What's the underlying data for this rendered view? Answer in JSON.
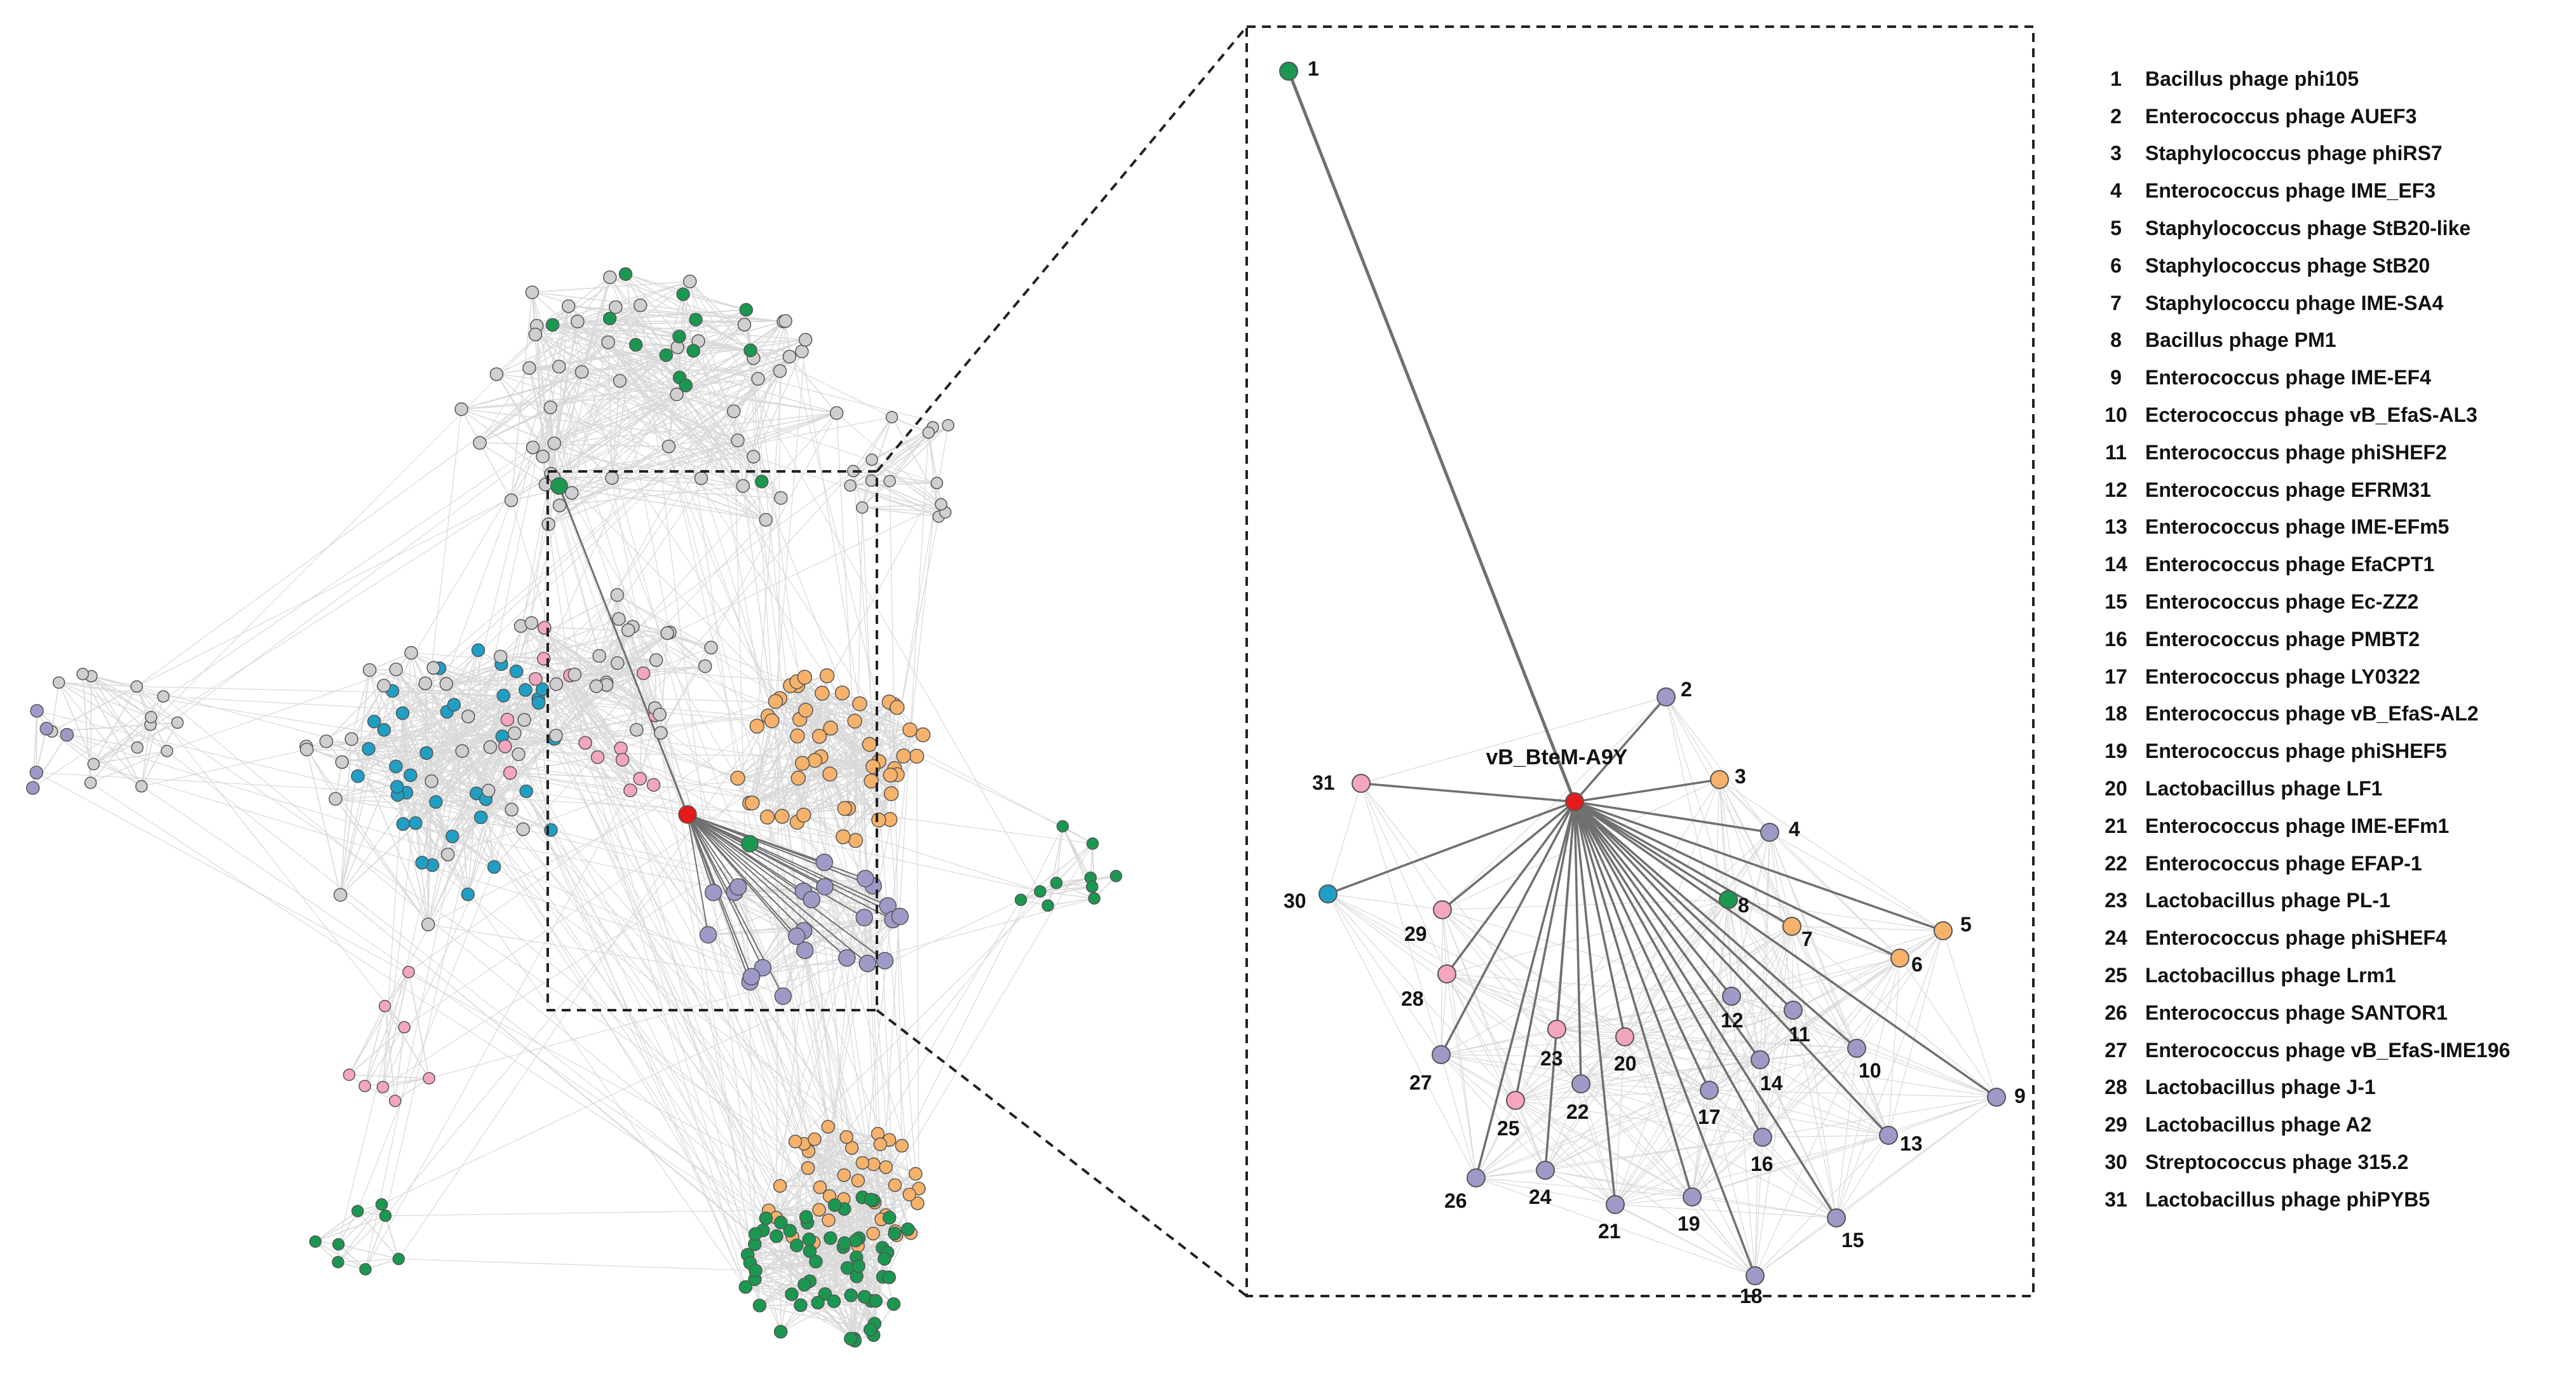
{
  "colors": {
    "grey": "#cfcfcf",
    "green": "#1a9850",
    "cyan": "#1f9fc4",
    "purple": "#9e9ac8",
    "pink": "#f4a6bd",
    "orange": "#f6b26b",
    "red": "#e41a1c",
    "edge_light": "#d9d9d9",
    "edge_dark": "#707070"
  },
  "zoom_view": {
    "center_label": "vB_BteM-A9Y",
    "nodes": [
      {
        "id": "1",
        "color": "green"
      },
      {
        "id": "2",
        "color": "purple"
      },
      {
        "id": "3",
        "color": "orange"
      },
      {
        "id": "4",
        "color": "purple"
      },
      {
        "id": "5",
        "color": "orange"
      },
      {
        "id": "6",
        "color": "orange"
      },
      {
        "id": "7",
        "color": "orange"
      },
      {
        "id": "8",
        "color": "green"
      },
      {
        "id": "9",
        "color": "purple"
      },
      {
        "id": "10",
        "color": "purple"
      },
      {
        "id": "11",
        "color": "purple"
      },
      {
        "id": "12",
        "color": "purple"
      },
      {
        "id": "13",
        "color": "purple"
      },
      {
        "id": "14",
        "color": "purple"
      },
      {
        "id": "15",
        "color": "purple"
      },
      {
        "id": "16",
        "color": "purple"
      },
      {
        "id": "17",
        "color": "purple"
      },
      {
        "id": "18",
        "color": "purple"
      },
      {
        "id": "19",
        "color": "purple"
      },
      {
        "id": "20",
        "color": "pink"
      },
      {
        "id": "21",
        "color": "purple"
      },
      {
        "id": "22",
        "color": "purple"
      },
      {
        "id": "23",
        "color": "pink"
      },
      {
        "id": "24",
        "color": "purple"
      },
      {
        "id": "25",
        "color": "pink"
      },
      {
        "id": "26",
        "color": "purple"
      },
      {
        "id": "27",
        "color": "purple"
      },
      {
        "id": "28",
        "color": "pink"
      },
      {
        "id": "29",
        "color": "pink"
      },
      {
        "id": "30",
        "color": "cyan"
      },
      {
        "id": "31",
        "color": "pink"
      }
    ]
  },
  "legend": [
    {
      "num": "1",
      "name": "Bacillus phage phi105"
    },
    {
      "num": "2",
      "name": "Enterococcus phage AUEF3"
    },
    {
      "num": "3",
      "name": "Staphylococcus phage phiRS7"
    },
    {
      "num": "4",
      "name": "Enterococcus phage IME_EF3"
    },
    {
      "num": "5",
      "name": "Staphylococcus phage StB20-like"
    },
    {
      "num": "6",
      "name": "Staphylococcus phage StB20"
    },
    {
      "num": "7",
      "name": "Staphylococcu phage IME-SA4"
    },
    {
      "num": "8",
      "name": "Bacillus phage PM1"
    },
    {
      "num": "9",
      "name": "Enterococcus phage IME-EF4"
    },
    {
      "num": "10",
      "name": "Ecterococcus phage vB_EfaS-AL3"
    },
    {
      "num": "11",
      "name": "Enterococcus phage phiSHEF2"
    },
    {
      "num": "12",
      "name": "Enterococcus phage EFRM31"
    },
    {
      "num": "13",
      "name": "Enterococcus phage IME-EFm5"
    },
    {
      "num": "14",
      "name": "Enterococcus phage EfaCPT1"
    },
    {
      "num": "15",
      "name": "Enterococcus phage Ec-ZZ2"
    },
    {
      "num": "16",
      "name": "Enterococcus phage PMBT2"
    },
    {
      "num": "17",
      "name": "Enterococcus phage LY0322"
    },
    {
      "num": "18",
      "name": "Enterococcus phage vB_EfaS-AL2"
    },
    {
      "num": "19",
      "name": "Enterococcus phage phiSHEF5"
    },
    {
      "num": "20",
      "name": "Lactobacillus phage LF1"
    },
    {
      "num": "21",
      "name": "Enterococcus phage IME-EFm1"
    },
    {
      "num": "22",
      "name": "Enterococcus phage EFAP-1"
    },
    {
      "num": "23",
      "name": "Lactobacillus phage PL-1"
    },
    {
      "num": "24",
      "name": "Enterococcus phage phiSHEF4"
    },
    {
      "num": "25",
      "name": "Lactobacillus phage Lrm1"
    },
    {
      "num": "26",
      "name": "Enterococcus phage SANTOR1"
    },
    {
      "num": "27",
      "name": "Enterococcus phage vB_EfaS-IME196"
    },
    {
      "num": "28",
      "name": "Lactobacillus phage J-1"
    },
    {
      "num": "29",
      "name": "Lactobacillus phage A2"
    },
    {
      "num": "30",
      "name": "Streptococcus phage 315.2"
    },
    {
      "num": "31",
      "name": "Lactobacillus phage phiPYB5"
    }
  ]
}
